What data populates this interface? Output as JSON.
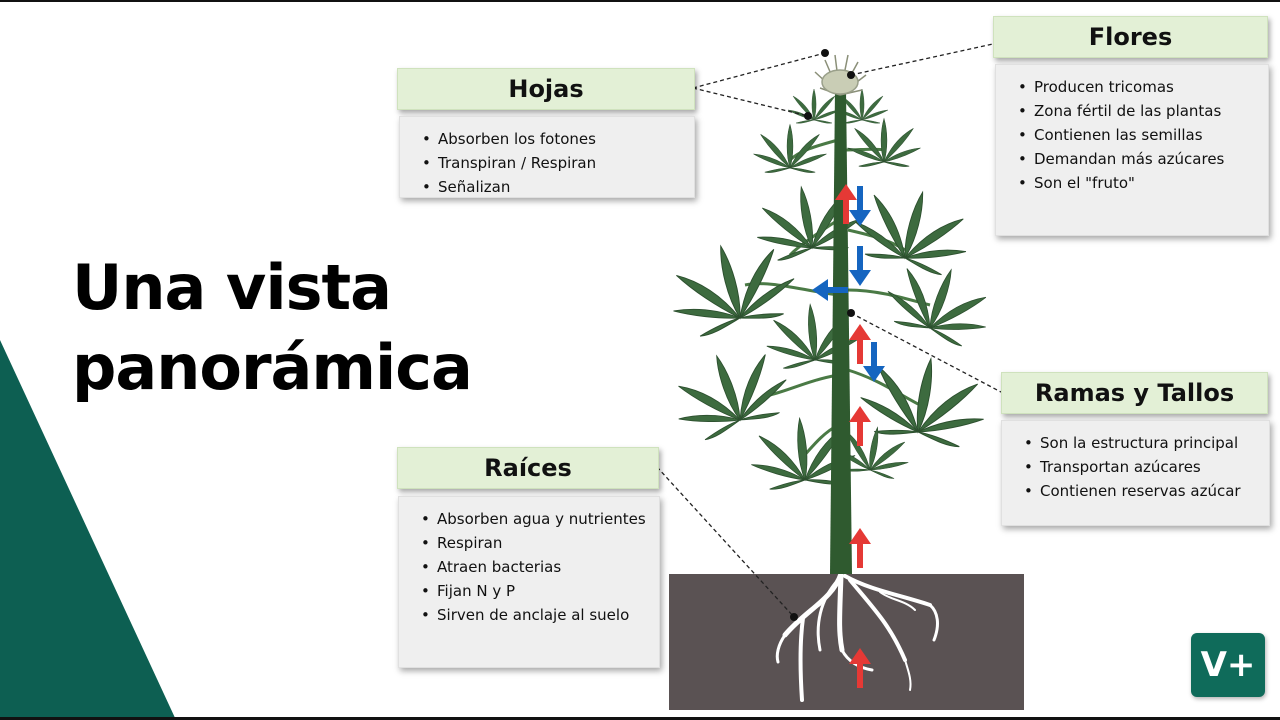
{
  "title": {
    "line1": "Una vista",
    "line2": "panorámica"
  },
  "logo": {
    "text": "V+"
  },
  "colors": {
    "teal": "#0d5f52",
    "header_green": "#e3f0d6",
    "soil": "#5a5253",
    "leaf": "#3d6b3f",
    "stem": "#2f5a2f",
    "arrow_red": "#e53935",
    "arrow_blue": "#1565c0"
  },
  "hojas": {
    "title": "Hojas",
    "items": [
      "Absorben los fotones",
      "Transpiran / Respiran",
      "Señalizan"
    ]
  },
  "flores": {
    "title": "Flores",
    "items": [
      "Producen tricomas",
      "Zona fértil de las plantas",
      "Contienen las semillas",
      "Demandan más azúcares",
      "Son el \"fruto\""
    ]
  },
  "ramas": {
    "title": "Ramas y Tallos",
    "items": [
      "Son la estructura principal",
      "Transportan azúcares",
      "Contienen reservas azúcar"
    ]
  },
  "raices": {
    "title": "Raíces",
    "items": [
      "Absorben agua y nutrientes",
      "Respiran",
      "Atraen bacterias",
      "Fijan N y P",
      "Sirven de anclaje al suelo"
    ]
  }
}
